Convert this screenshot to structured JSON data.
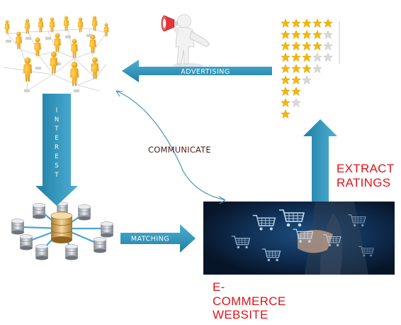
{
  "nodes": {
    "ecommerce_label_line1": "E-",
    "ecommerce_label_line2": "COMMERCE",
    "ecommerce_label_line3": "WEBSITE",
    "extract_label_line1": "EXTRACT",
    "extract_label_line2": "RATINGS"
  },
  "edges": {
    "advertising": "ADVERTISING",
    "interest": "INTEREST",
    "matching": "MATCHING",
    "communicate": "COMMUNICATE"
  },
  "colors": {
    "arrow_blue": "#2e8fb4",
    "red_text": "#e0141c",
    "person_orange": "#f2a71a",
    "star_gold": "#f5b800",
    "dark_panel": "#0b1d35"
  },
  "icons": {
    "people_network": "people-network-icon",
    "megaphone_person": "megaphone-person-icon",
    "star_ratings": "star-ratings-icon",
    "database_cluster": "database-cluster-icon",
    "shopping_carts": "shopping-cart-icon"
  }
}
